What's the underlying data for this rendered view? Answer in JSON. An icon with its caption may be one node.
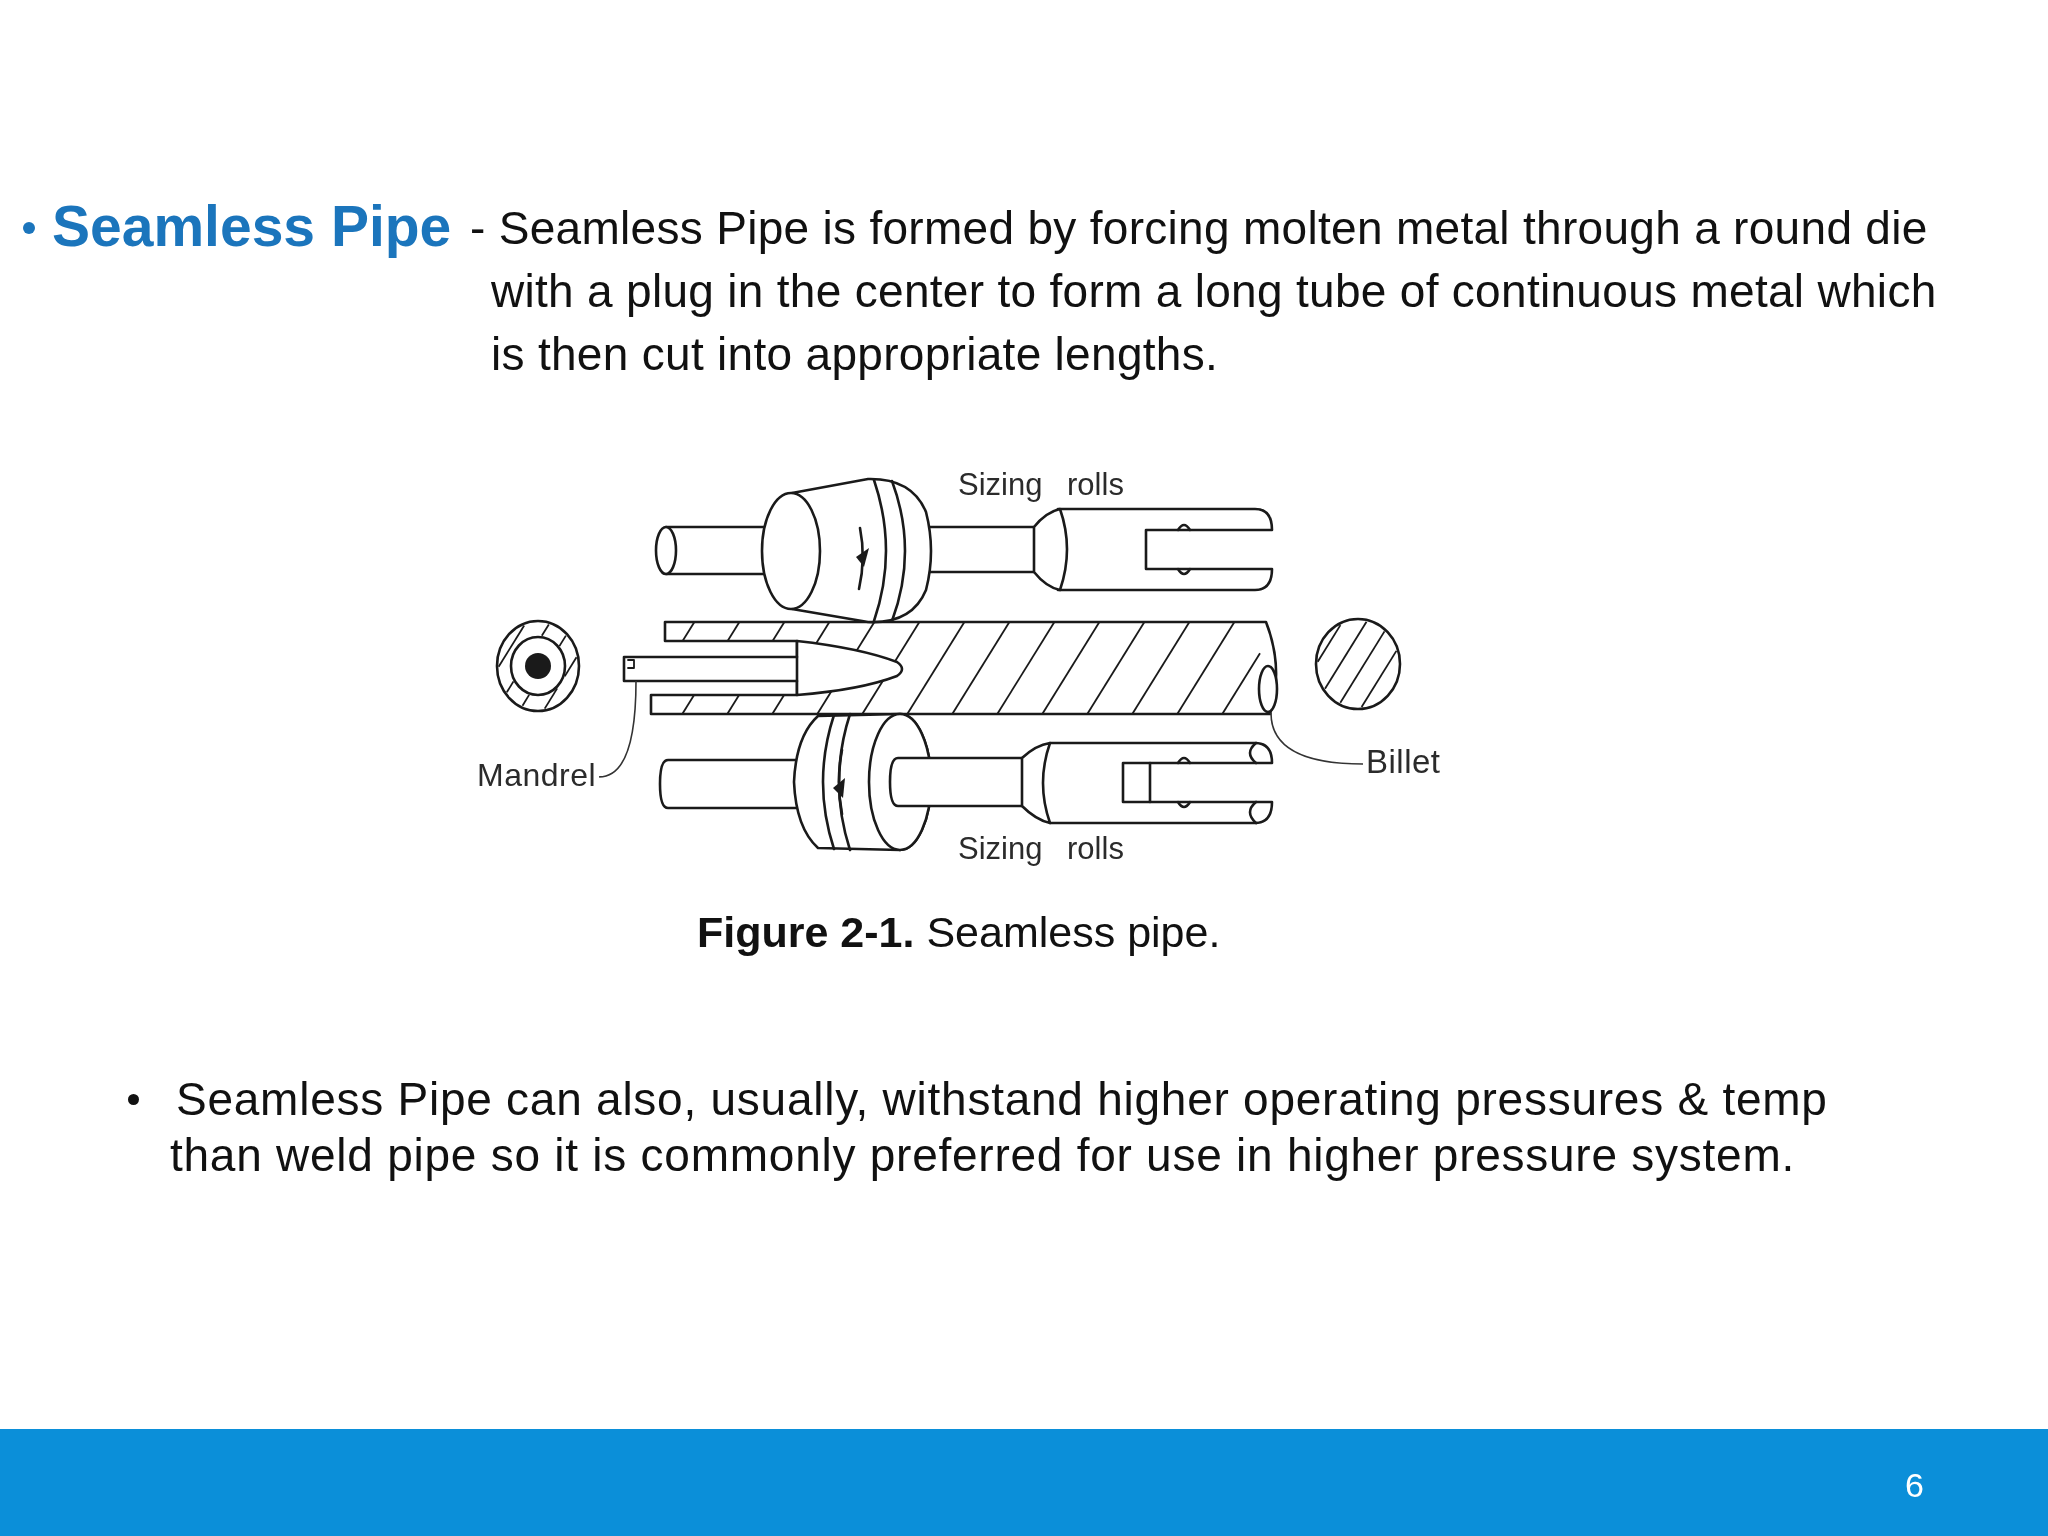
{
  "diagram": {
    "title": "Seamless Pipe",
    "caption": "**Figure 2-1.** Seamless pipe.",
    "nodes": [
      {
        "text": [
          "Mandrel"
        ]
      },
      {
        "text": [],
        "shape": "picture"
      },
      {
        "text": [
          "Billet"
        ]
      },
      {
        "text": [],
        "shape": "picture"
      }
    ],
    "edges": [
      {
        "from": 0,
        "to": 1,
        "arrow": "none"
      },
      {
        "from": 2,
        "to": 3,
        "arrow": "none"
      }
    ],
    "labels": [
      "- Seamless Pipe is formed by forcing molten metal through a round die with a plug in the center to form a long tube of continuous metal which is then cut into appropriate lengths.",
      "Sizing rolls",
      "Sizing rolls",
      "Seamless Pipe can also, usually, withstand higher operating pressures & temp than weld pipe so it is commonly preferred for use in higher pressure system.",
      "6"
    ]
  }
}
